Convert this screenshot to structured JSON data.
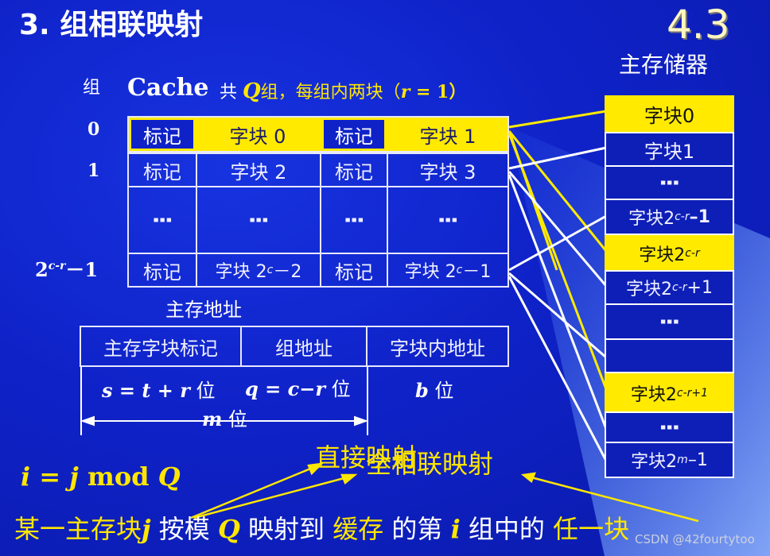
{
  "title": "3. 组相联映射",
  "section_number": "4.3",
  "main_memory_label": "主存储器",
  "cache_header": {
    "group_col": "组",
    "cache": "Cache",
    "gong": "共",
    "Q": "Q",
    "zu": "组，每组内两块（",
    "r_eq": "r",
    "eq_val": " = 1）"
  },
  "row_labels": {
    "r0": "0",
    "r1": "1",
    "rlast_base": "2",
    "rlast_sup": "c-r",
    "rlast_tail": "－1"
  },
  "cache_rows": [
    {
      "tag1": "标记",
      "block1": "字块 0",
      "tag2": "标记",
      "block2": "字块 1"
    },
    {
      "tag1": "标记",
      "block1": "字块 2",
      "tag2": "标记",
      "block2": "字块 3"
    },
    {
      "tag1": "标记",
      "block1_base": "字块 2",
      "block1_sup": "c",
      "block1_tail": "－2",
      "tag2": "标记",
      "block2_base": "字块 2",
      "block2_sup": "c",
      "block2_tail": "－1"
    }
  ],
  "dots": "⋮",
  "memory_blocks": {
    "b0": "字块0",
    "b1": "字块1",
    "b_end1_base": "字块2",
    "b_end1_sup": "c-r",
    "b_end1_tail": " –1",
    "b_mid_base": "字块2",
    "b_mid_sup": "c-r",
    "b_mid1_base": "字块2",
    "b_mid1_sup": "c-r",
    "b_mid1_tail": "+1",
    "b_sec_base": "字块2",
    "b_sec_sup": "c-r+1",
    "b_last_base": "字块2",
    "b_last_sup": "m",
    "b_last_tail": "–1"
  },
  "address": {
    "label": "主存地址",
    "f1": "主存字块标记",
    "f2": "组地址",
    "f3": "字块内地址",
    "s_eq": "s = t + r",
    "q_eq": "q = c−r",
    "b": "b",
    "wei": "位",
    "m": "m"
  },
  "formula": {
    "i": "i",
    "eq": " = ",
    "j": "j",
    "mod": " mod ",
    "Q": "Q"
  },
  "mapping_labels": {
    "direct": "直接映射",
    "assoc": "全相联映射"
  },
  "bottom": {
    "p1": "某一主存块",
    "j": "j",
    "p2": " 按模 ",
    "Q": "Q",
    "p3": " 映射到 ",
    "cache": "缓存",
    "p4": " 的第 ",
    "i": "i",
    "p5": " 组中的 ",
    "any": "任一块"
  },
  "watermark": "CSDN @42fourtytoo"
}
